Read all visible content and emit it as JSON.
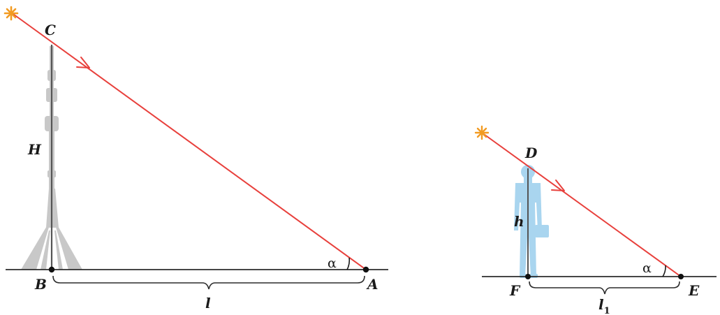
{
  "diagram": {
    "left": {
      "labels": {
        "top": "C",
        "base": "B",
        "end": "A",
        "height": "H",
        "length": "l",
        "angle": "α"
      }
    },
    "right": {
      "labels": {
        "top": "D",
        "base": "F",
        "end": "E",
        "height": "h",
        "length": "l",
        "length_sub": "1",
        "angle": "α"
      }
    }
  },
  "colors": {
    "ray": "#e8403c",
    "sun": "#f29b22",
    "ground": "#2b2b2b",
    "tower": "#c8c8c8",
    "person": "#a9d5ef"
  }
}
